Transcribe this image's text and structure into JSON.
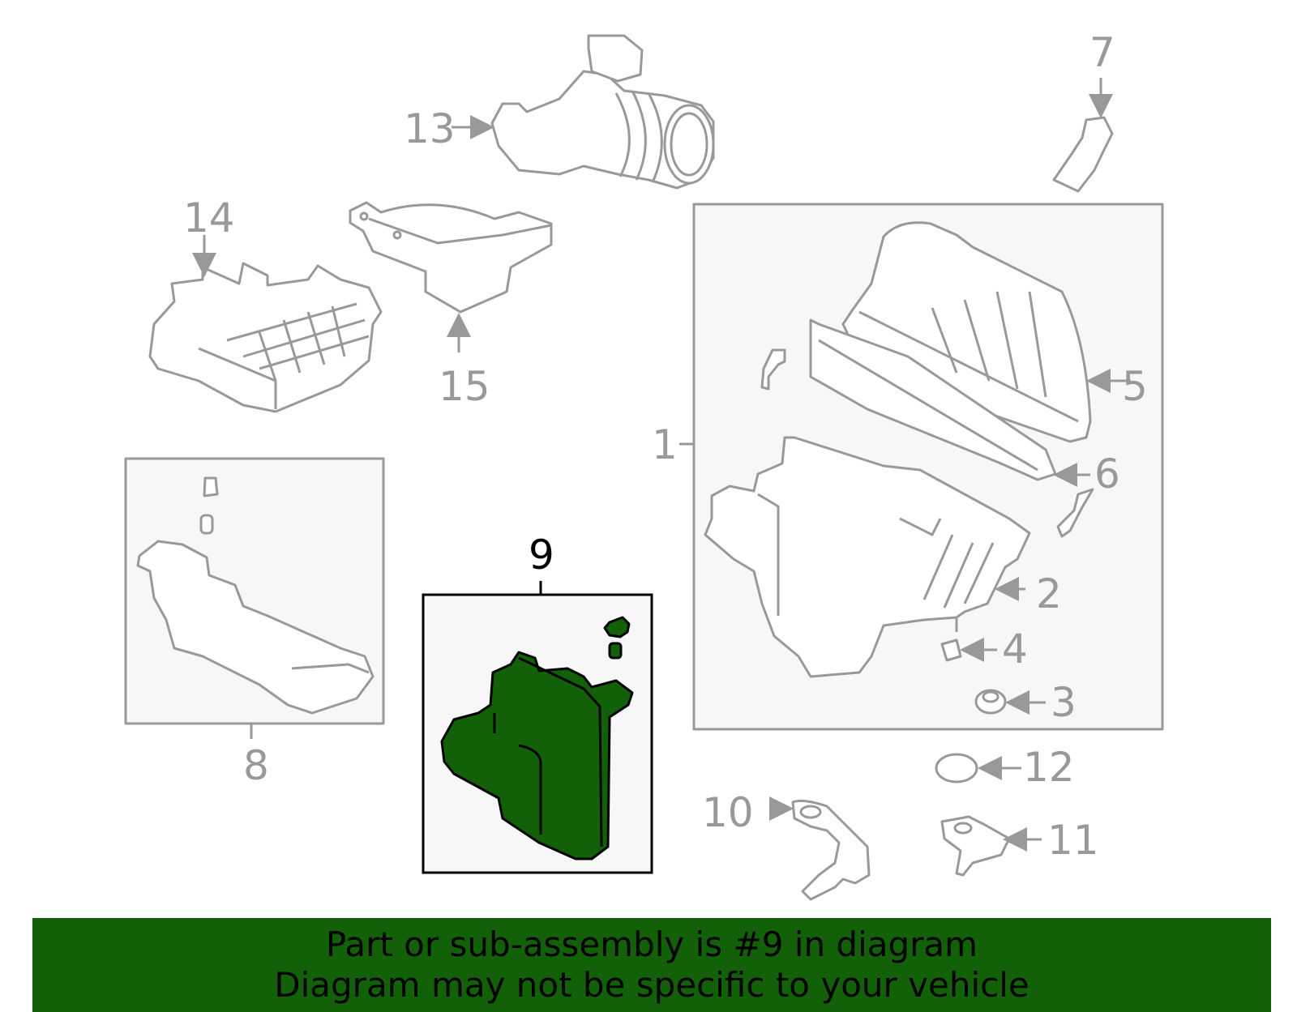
{
  "diagram": {
    "highlighted_part": "9",
    "colors": {
      "line": "#999999",
      "box_fill": "#f7f7f7",
      "highlight_fill": "#126108",
      "highlight_line": "#000000",
      "banner_bg": "#126108"
    },
    "callouts": [
      {
        "id": "1",
        "label": "1"
      },
      {
        "id": "2",
        "label": "2"
      },
      {
        "id": "3",
        "label": "3"
      },
      {
        "id": "4",
        "label": "4"
      },
      {
        "id": "5",
        "label": "5"
      },
      {
        "id": "6",
        "label": "6"
      },
      {
        "id": "7",
        "label": "7"
      },
      {
        "id": "8",
        "label": "8"
      },
      {
        "id": "9",
        "label": "9"
      },
      {
        "id": "10",
        "label": "10"
      },
      {
        "id": "11",
        "label": "11"
      },
      {
        "id": "12",
        "label": "12"
      },
      {
        "id": "13",
        "label": "13"
      },
      {
        "id": "14",
        "label": "14"
      },
      {
        "id": "15",
        "label": "15"
      }
    ]
  },
  "banner": {
    "line1": "Part or sub-assembly is #9 in diagram",
    "line2": "Diagram may not be specific to your vehicle"
  }
}
